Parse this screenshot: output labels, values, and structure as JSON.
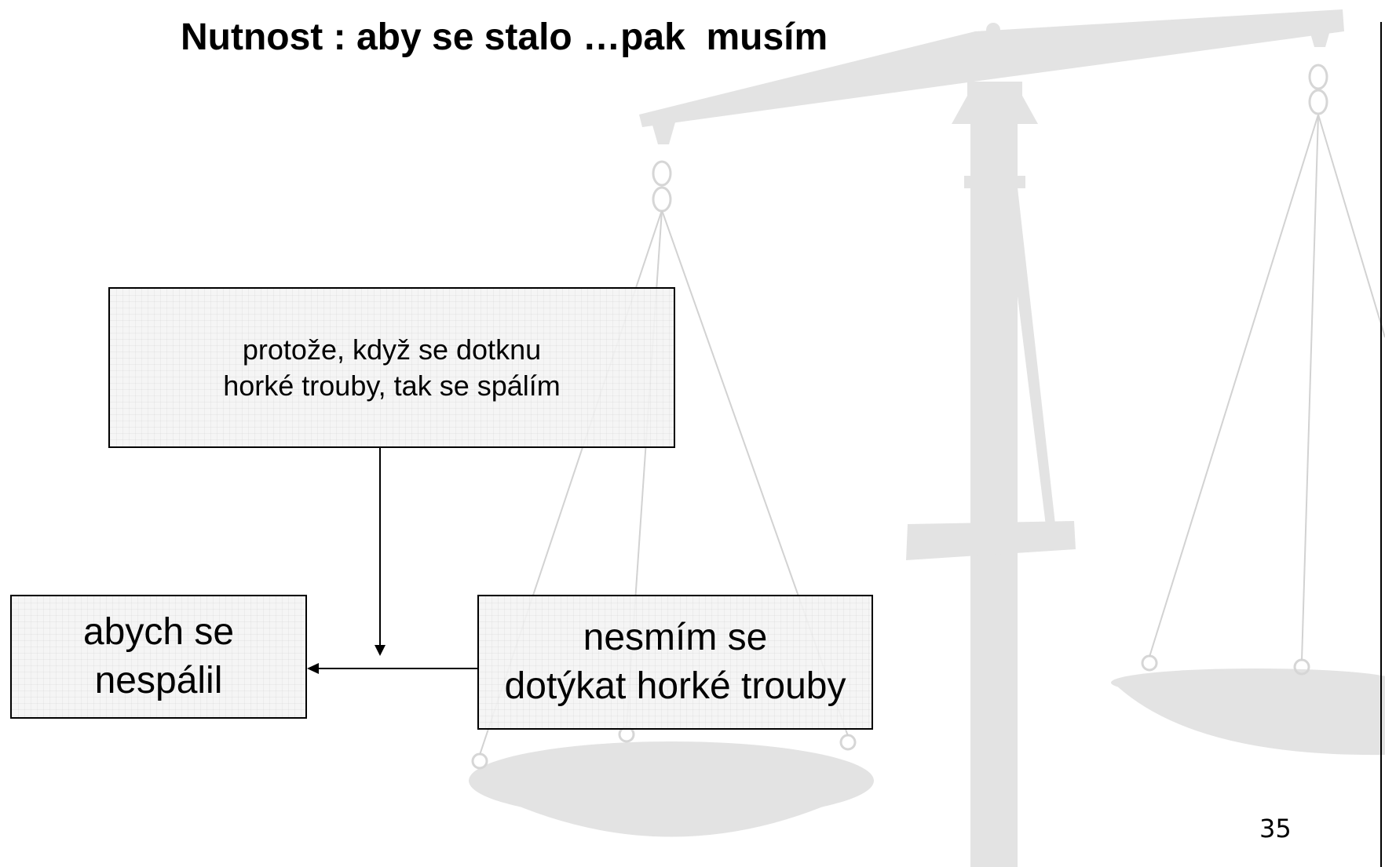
{
  "slide": {
    "title": "Nutnost : aby se stalo …pak  musím",
    "page_number": "35"
  },
  "diagram": {
    "reason_box": {
      "lines": [
        "protože, když se dotknu",
        "horké trouby, tak se spálím"
      ]
    },
    "goal_box": {
      "lines": [
        "abych se",
        "nespálil"
      ]
    },
    "action_box": {
      "lines": [
        "nesmím se",
        "dotýkat horké trouby"
      ]
    },
    "background_image": "balance-scale-icon",
    "colors": {
      "scale": "#e3e3e3",
      "scale_strings": "#d2d2d2",
      "box_fill": "#f4f4f4",
      "border": "#000000"
    }
  }
}
